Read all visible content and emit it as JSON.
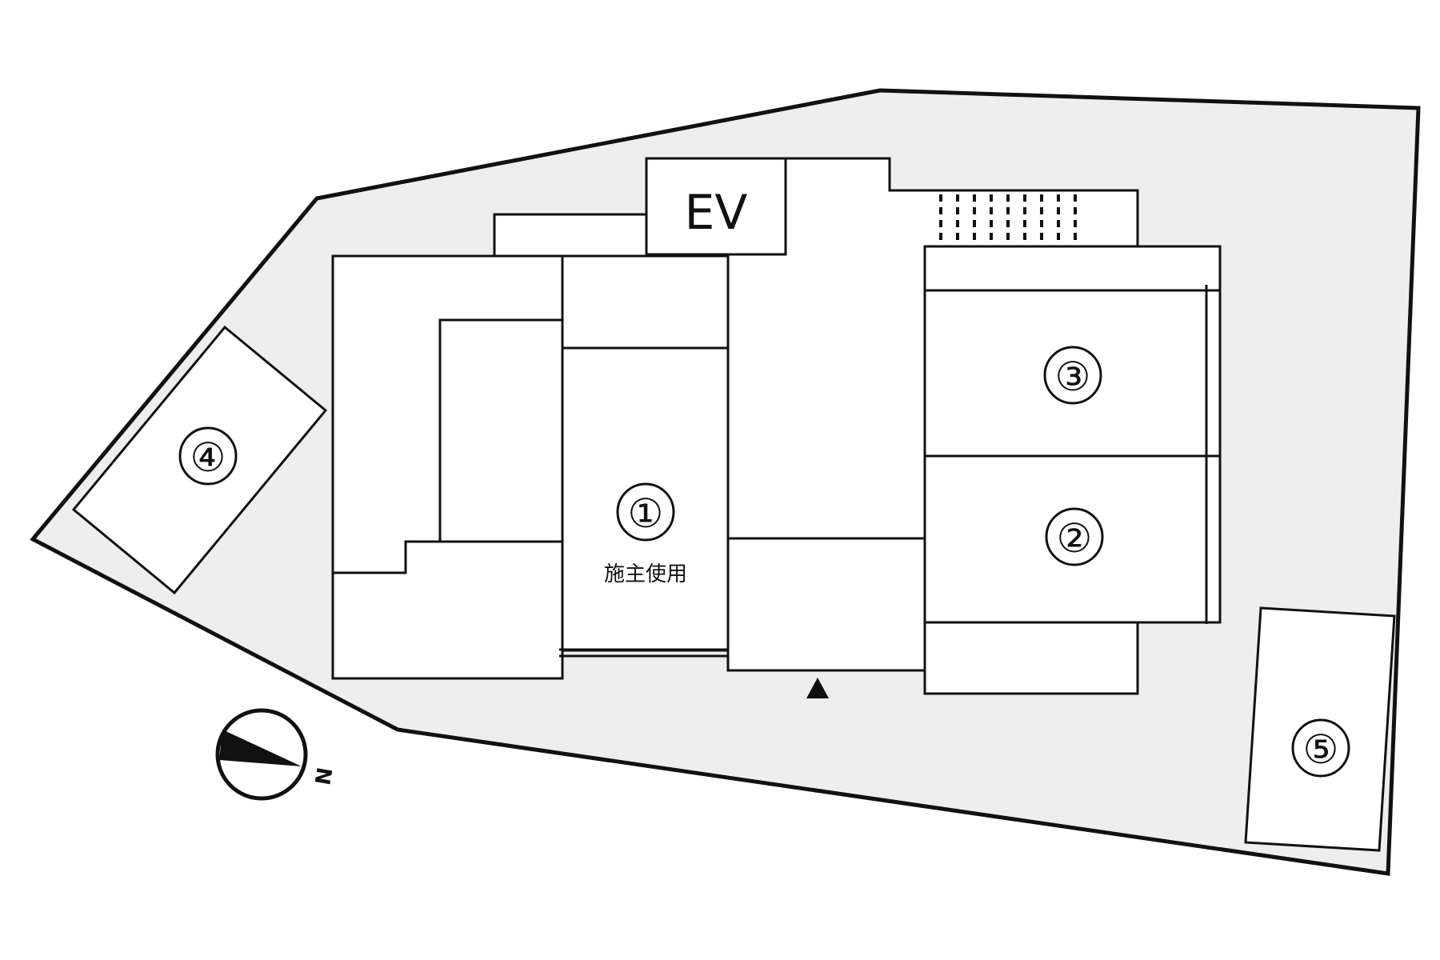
{
  "elevator_label": "EV",
  "owner_use_label": "施主使用",
  "north_label": "N",
  "units": [
    {
      "id": "1",
      "label": "①"
    },
    {
      "id": "2",
      "label": "②"
    },
    {
      "id": "3",
      "label": "③"
    },
    {
      "id": "4",
      "label": "④"
    },
    {
      "id": "5",
      "label": "⑤"
    }
  ],
  "colors": {
    "ground": "#eeeeee",
    "line": "#111111",
    "building": "#ffffff"
  }
}
